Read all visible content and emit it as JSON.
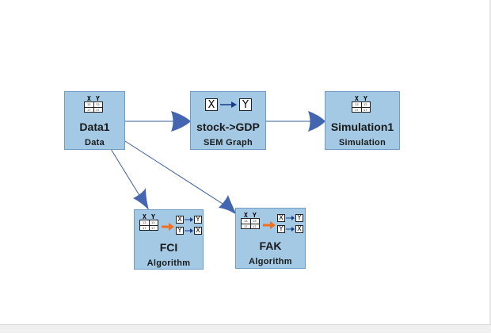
{
  "nodes": {
    "data1": {
      "title": "Data1",
      "subtitle": "Data"
    },
    "sem_graph": {
      "title": "stock->GDP",
      "subtitle": "SEM Graph",
      "icon_x": "X",
      "icon_y": "Y"
    },
    "simulation1": {
      "title": "Simulation1",
      "subtitle": "Simulation"
    },
    "fci": {
      "title": "FCI",
      "subtitle": "Algorithm"
    },
    "fak": {
      "title": "FAK",
      "subtitle": "Algorithm"
    }
  },
  "table_icon": {
    "col_x": "X",
    "col_y": "Y",
    "cells": [
      "13",
      "13",
      "17",
      "17"
    ]
  },
  "algo_icon": {
    "x": "X",
    "y": "Y"
  },
  "colors": {
    "node_fill": "#a3c9e4",
    "node_border": "#6f9cc4",
    "edge": "#3a5f9f",
    "arrowhead": "#4466b0",
    "algo_arrow": "#f07020"
  },
  "edges": [
    {
      "from": "Data1",
      "to": "stock->GDP"
    },
    {
      "from": "stock->GDP",
      "to": "Simulation1"
    },
    {
      "from": "Data1",
      "to": "FCI"
    },
    {
      "from": "Data1",
      "to": "FAK"
    }
  ]
}
